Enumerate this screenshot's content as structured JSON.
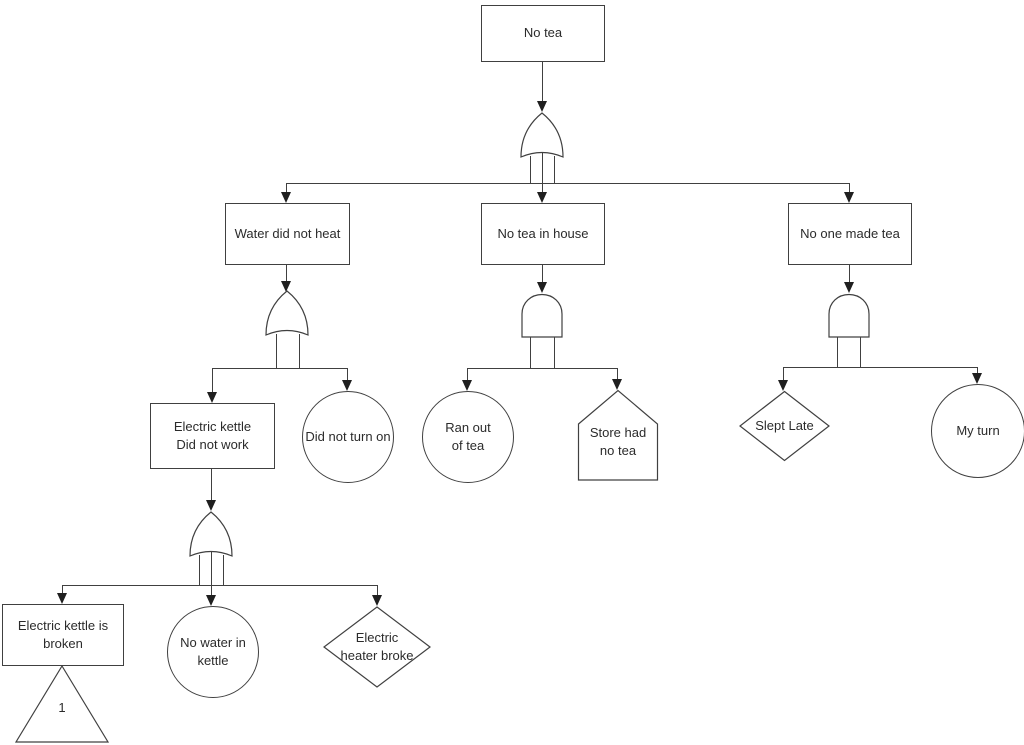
{
  "diagram": {
    "type": "fault-tree",
    "line_color": "#404040",
    "background_color": "#ffffff",
    "nodes": {
      "no_tea": {
        "label": "No tea",
        "shape": "rectangle",
        "role": "top-event"
      },
      "water_did_not_heat": {
        "label": "Water did not heat",
        "shape": "rectangle",
        "role": "intermediate-event"
      },
      "no_tea_in_house": {
        "label": "No tea in house",
        "shape": "rectangle",
        "role": "intermediate-event"
      },
      "no_one_made_tea": {
        "label": "No one made tea",
        "shape": "rectangle",
        "role": "intermediate-event"
      },
      "electric_kettle_did_not_work": {
        "label": "Electric kettle\nDid not work",
        "shape": "rectangle",
        "role": "intermediate-event"
      },
      "did_not_turn_on": {
        "label": "Did not turn on",
        "shape": "circle",
        "role": "basic-event"
      },
      "ran_out_of_tea": {
        "label": "Ran out\nof tea",
        "shape": "circle",
        "role": "basic-event"
      },
      "store_had_no_tea": {
        "label": "Store had\nno tea",
        "shape": "house",
        "role": "external-event"
      },
      "slept_late": {
        "label": "Slept Late",
        "shape": "diamond",
        "role": "undeveloped-event"
      },
      "my_turn": {
        "label": "My turn",
        "shape": "circle",
        "role": "basic-event"
      },
      "electric_kettle_is_broken": {
        "label": "Electric kettle is\nbroken",
        "shape": "rectangle",
        "role": "intermediate-event"
      },
      "no_water_in_kettle": {
        "label": "No water in\nkettle",
        "shape": "circle",
        "role": "basic-event"
      },
      "electric_heater_broke": {
        "label": "Electric\nheater broke",
        "shape": "diamond",
        "role": "undeveloped-event"
      },
      "transfer_1": {
        "label": "1",
        "shape": "triangle",
        "role": "transfer-symbol"
      }
    },
    "gates": [
      {
        "type": "or",
        "parent": "no_tea",
        "children": [
          "water_did_not_heat",
          "no_tea_in_house",
          "no_one_made_tea"
        ]
      },
      {
        "type": "or",
        "parent": "water_did_not_heat",
        "children": [
          "electric_kettle_did_not_work",
          "did_not_turn_on"
        ]
      },
      {
        "type": "and",
        "parent": "no_tea_in_house",
        "children": [
          "ran_out_of_tea",
          "store_had_no_tea"
        ]
      },
      {
        "type": "and",
        "parent": "no_one_made_tea",
        "children": [
          "slept_late",
          "my_turn"
        ]
      },
      {
        "type": "or",
        "parent": "electric_kettle_did_not_work",
        "children": [
          "electric_kettle_is_broken",
          "no_water_in_kettle",
          "electric_heater_broke"
        ]
      }
    ]
  }
}
